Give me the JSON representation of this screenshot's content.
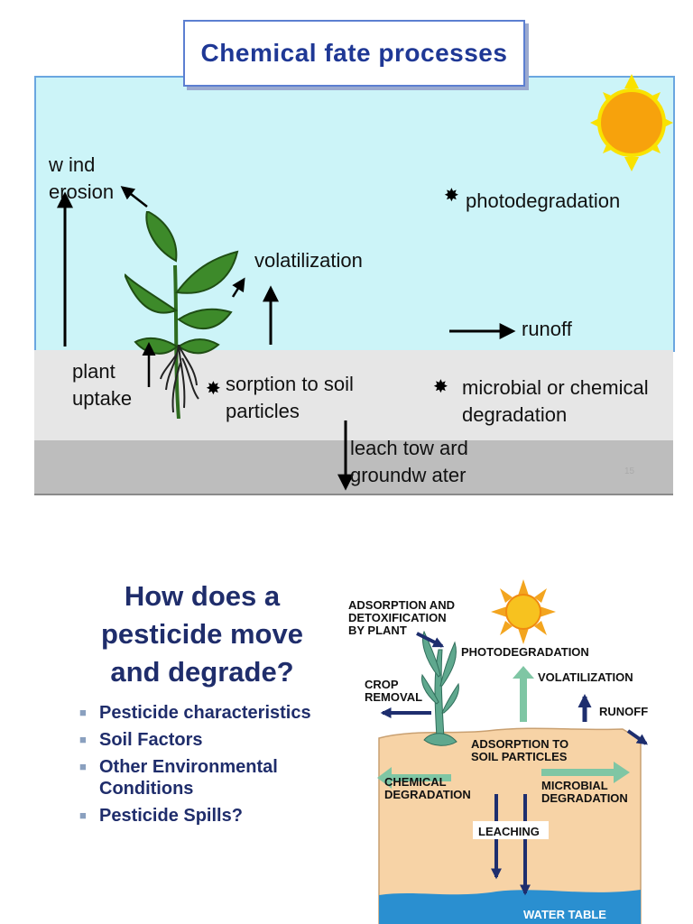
{
  "slide1": {
    "title": "Chemical fate processes",
    "wind_erosion": "w ind\nerosion",
    "photodegradation": "photodegradation",
    "volatilization": "volatilization",
    "runoff": "runoff",
    "plant_uptake": "plant\nuptake",
    "sorption": "sorption to soil\nparticles",
    "microbial": "microbial or chemical\ndegradation",
    "leach": "leach tow ard\ngroundw ater",
    "slide_number": "15",
    "colors": {
      "sky": "#ccf4f8",
      "soil": "#e6e6e6",
      "ground": "#bdbdbd",
      "title": "#1f3895",
      "sun": "#f7a20c"
    }
  },
  "slide2": {
    "heading": "How does a\npesticide move\nand degrade?",
    "bullets": [
      "Pesticide characteristics",
      "Soil Factors",
      "Other Environmental\nConditions",
      "Pesticide Spills?"
    ],
    "labels": {
      "adsorption_plant": "ADSORPTION AND\nDETOXIFICATION\nBY PLANT",
      "photodegradation": "PHOTODEGRADATION",
      "volatilization": "VOLATILIZATION",
      "crop_removal": "CROP\nREMOVAL",
      "runoff": "RUNOFF",
      "adsorption_soil": "ADSORPTION TO\nSOIL PARTICLES",
      "chemical_degradation": "CHEMICAL\nDEGRADATION",
      "microbial_degradation": "MICROBIAL\nDEGRADATION",
      "leaching": "LEACHING",
      "water_table": "WATER TABLE"
    },
    "colors": {
      "heading": "#1f2d6b",
      "soil": "#f7d3a6",
      "water": "#2a8fd0",
      "green_arrow": "#7fc6a4",
      "navy_arrow": "#1e2e6e"
    }
  }
}
